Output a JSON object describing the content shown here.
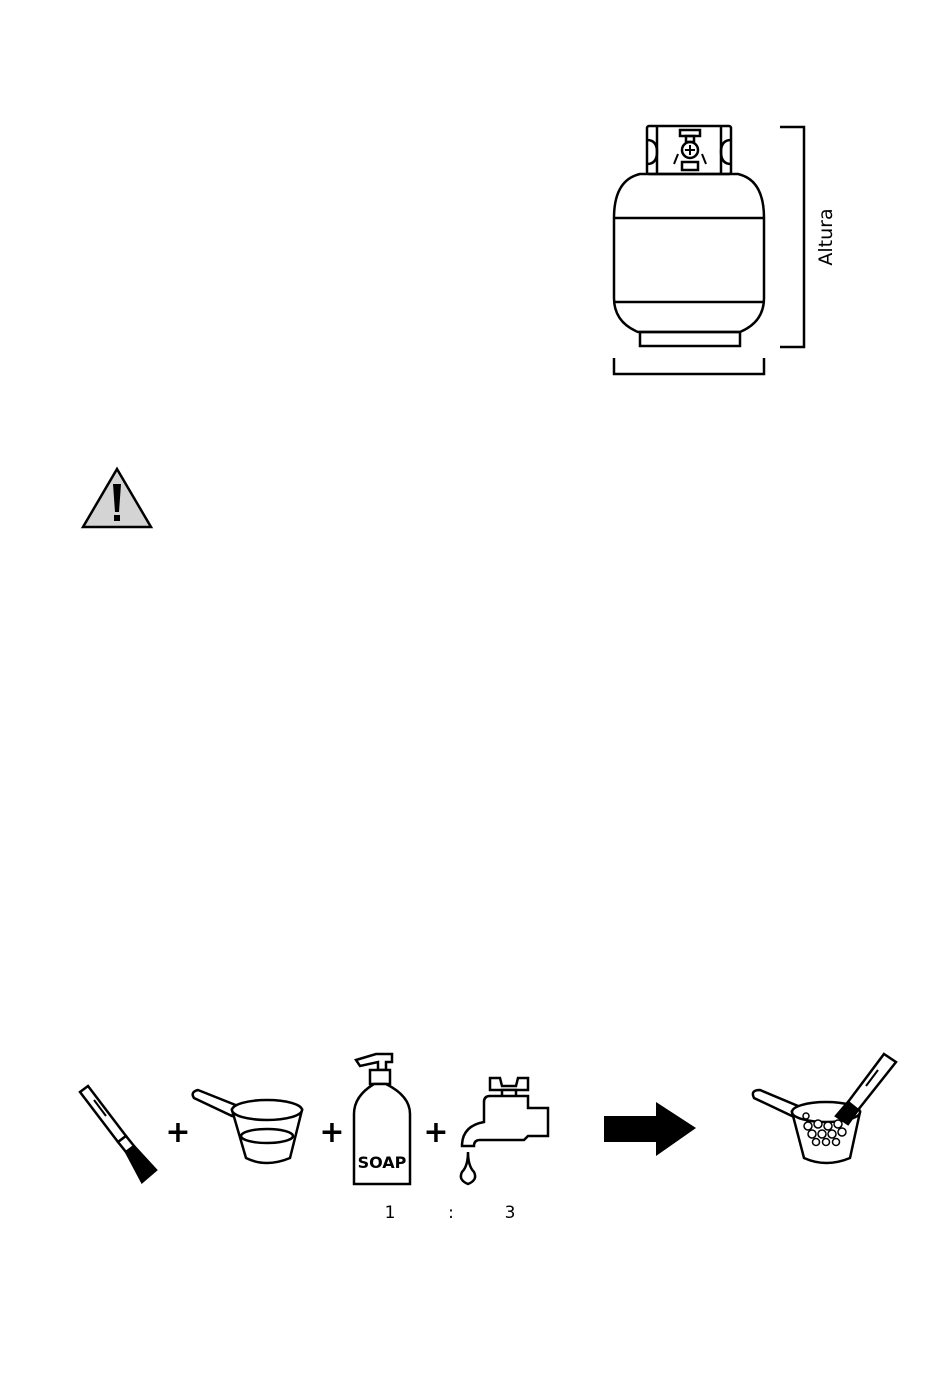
{
  "tank_diagram": {
    "height_label": "Altura"
  },
  "warning": {
    "icon": "warning-triangle-icon",
    "fill_color": "#d4d4d4"
  },
  "leak_test": {
    "soap_label": "SOAP",
    "ratio": {
      "soap": "1",
      "separator": ":",
      "water": "3"
    },
    "plus_signs": [
      "+",
      "+",
      "+"
    ],
    "icons": [
      "brush-icon",
      "bowl-icon",
      "soap-bottle-icon",
      "water-tap-icon",
      "arrow-right-icon",
      "bowl-with-bubbles-icon"
    ]
  }
}
